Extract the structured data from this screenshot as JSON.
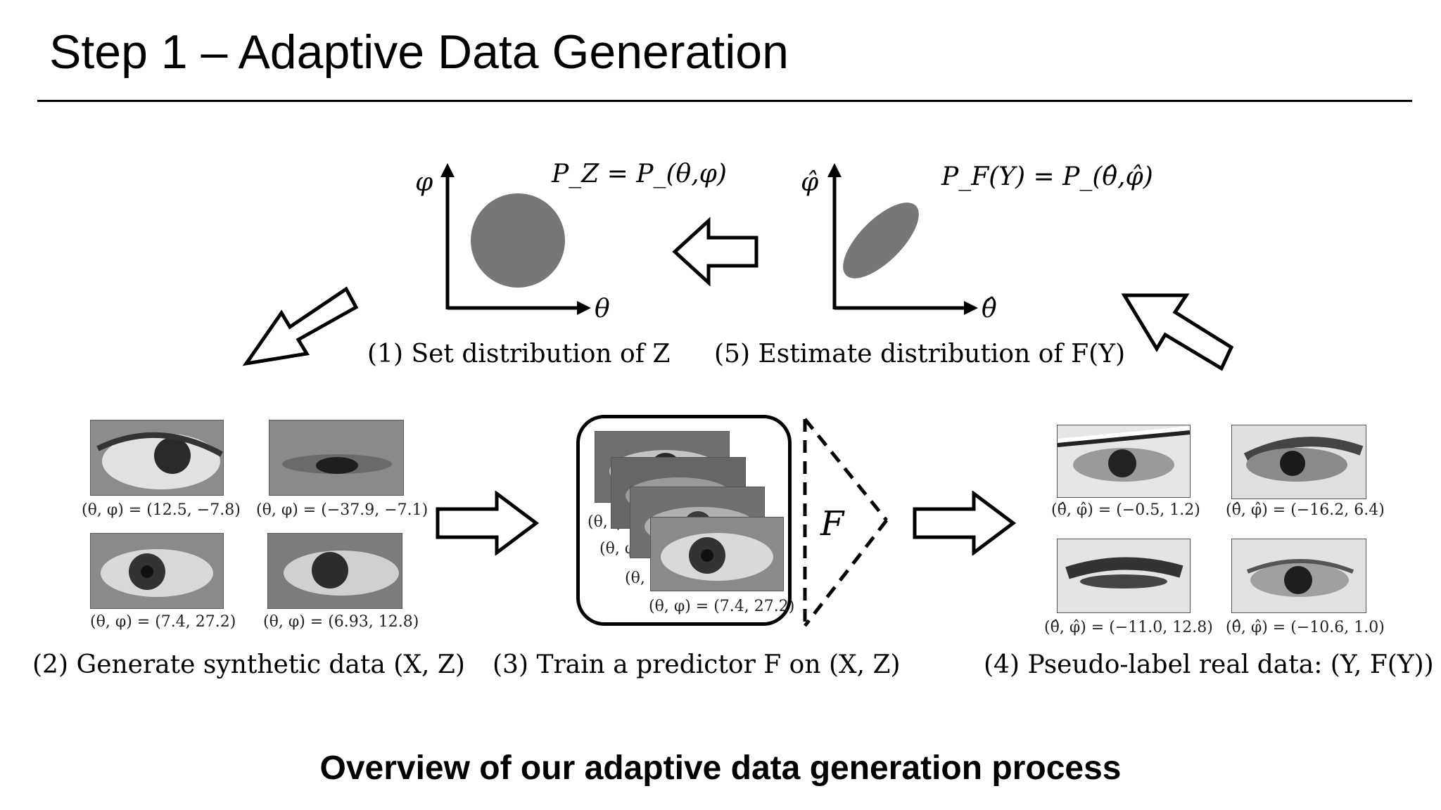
{
  "title": "Step 1 – Adaptive Data Generation",
  "footer": "Overview of our adaptive data generation process",
  "colors": {
    "blob": "#777777",
    "ink": "#000000"
  },
  "top_left_plot": {
    "formula": "P_Z = P_(θ,φ)",
    "y_label": "φ",
    "x_label": "θ",
    "step_label": "(1) Set distribution of Z",
    "blob": "circle"
  },
  "top_right_plot": {
    "formula": "P_F(Y) = P_(θ̂,φ̂)",
    "y_label": "φ̂",
    "x_label": "θ̂",
    "step_label": "(5) Estimate distribution of F(Y)",
    "blob": "ellipse"
  },
  "synthetic": {
    "step_label": "(2) Generate synthetic data (X, Z)",
    "images": [
      {
        "caption": "(θ, φ) = (12.5, −7.8)"
      },
      {
        "caption": "(θ, φ) = (−37.9, −7.1)"
      },
      {
        "caption": "(θ, φ) = (7.4, 27.2)"
      },
      {
        "caption": "(θ, φ) = (6.93, 12.8)"
      }
    ]
  },
  "predictor": {
    "step_label": "(3) Train a predictor F on (X, Z)",
    "stack_captions": [
      "(θ, φ",
      "(θ, φ",
      "(θ, φ"
    ],
    "front_caption": "(θ, φ) = (7.4, 27.2)",
    "model_label": "F"
  },
  "real": {
    "step_label": "(4) Pseudo-label real data: (Y, F(Y))",
    "images": [
      {
        "caption": "(θ̂, φ̂) = (−0.5, 1.2)"
      },
      {
        "caption": "(θ̂, φ̂) = (−16.2, 6.4)"
      },
      {
        "caption": "(θ̂, φ̂) = (−11.0, 12.8)"
      },
      {
        "caption": "(θ̂, φ̂) = (−10.6, 1.0)"
      }
    ]
  }
}
